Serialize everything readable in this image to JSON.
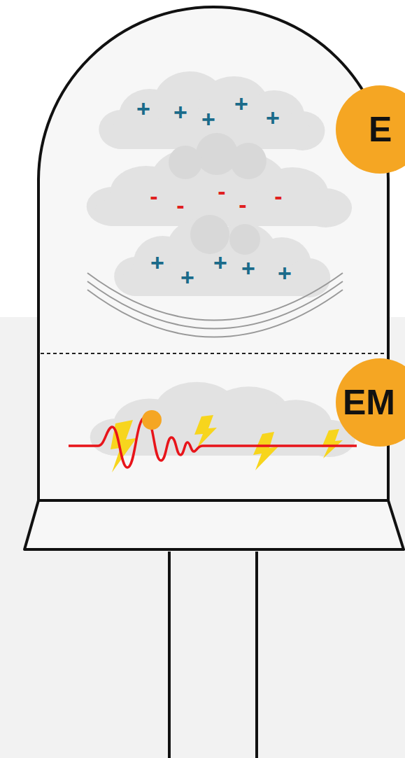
{
  "diagram": {
    "nodes": [
      {
        "text": [
          "E"
        ]
      },
      {
        "text": [
          "EM"
        ]
      }
    ],
    "labels": [
      "+",
      "+",
      "+",
      "+",
      "+",
      "-",
      "-",
      "-",
      "-",
      "-",
      "+",
      "+",
      "+",
      "+",
      "+"
    ]
  }
}
